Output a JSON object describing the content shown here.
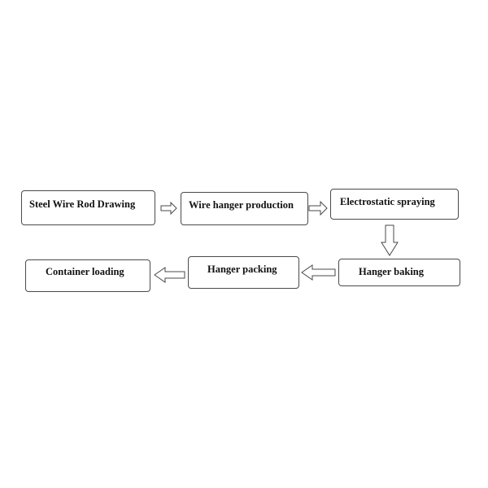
{
  "steps": {
    "steel_wire_rod_drawing": "Steel Wire Rod Drawing",
    "wire_hanger_production": "Wire hanger production",
    "electrostatic_spraying": "Electrostatic spraying",
    "hanger_baking": "Hanger baking",
    "hanger_packing": "Hanger packing",
    "container_loading": "Container loading"
  },
  "arrows": [
    {
      "from": "steel_wire_rod_drawing",
      "to": "wire_hanger_production",
      "direction": "right"
    },
    {
      "from": "wire_hanger_production",
      "to": "electrostatic_spraying",
      "direction": "right"
    },
    {
      "from": "electrostatic_spraying",
      "to": "hanger_baking",
      "direction": "down"
    },
    {
      "from": "hanger_baking",
      "to": "hanger_packing",
      "direction": "left"
    },
    {
      "from": "hanger_packing",
      "to": "container_loading",
      "direction": "left"
    }
  ],
  "colors": {
    "border": "#4a4a4a",
    "background": "#ffffff",
    "text": "#111111"
  }
}
